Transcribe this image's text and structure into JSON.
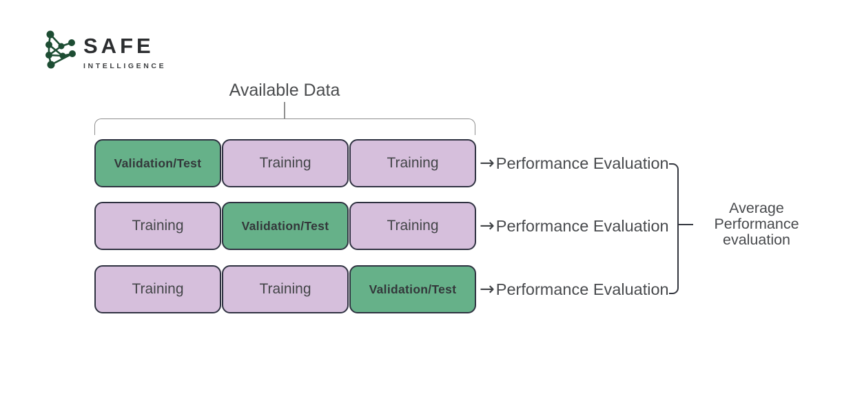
{
  "logo": {
    "brand": "SAFE",
    "brand_sub": "INTELLIGENCE",
    "icon": "network-graph-icon",
    "icon_color": "#1d4d33"
  },
  "diagram": {
    "available_data_label": "Available Data",
    "arrow_glyph": "→",
    "rows": [
      {
        "cells": [
          {
            "label": "Validation/Test",
            "type": "validation"
          },
          {
            "label": "Training",
            "type": "training"
          },
          {
            "label": "Training",
            "type": "training"
          }
        ],
        "result_label": "Performance Evaluation"
      },
      {
        "cells": [
          {
            "label": "Training",
            "type": "training"
          },
          {
            "label": "Validation/Test",
            "type": "validation"
          },
          {
            "label": "Training",
            "type": "training"
          }
        ],
        "result_label": "Performance Evaluation"
      },
      {
        "cells": [
          {
            "label": "Training",
            "type": "training"
          },
          {
            "label": "Training",
            "type": "training"
          },
          {
            "label": "Validation/Test",
            "type": "validation"
          }
        ],
        "result_label": "Performance Evaluation"
      }
    ],
    "average_label_lines": [
      "Average",
      "Performance",
      "evaluation"
    ],
    "colors": {
      "validation_fill": "#66b189",
      "training_fill": "#d6bfdc",
      "box_border": "#2e3140",
      "top_bracket": "#8e8e8e",
      "right_bracket": "#33363e",
      "text": "#484a4d"
    }
  }
}
